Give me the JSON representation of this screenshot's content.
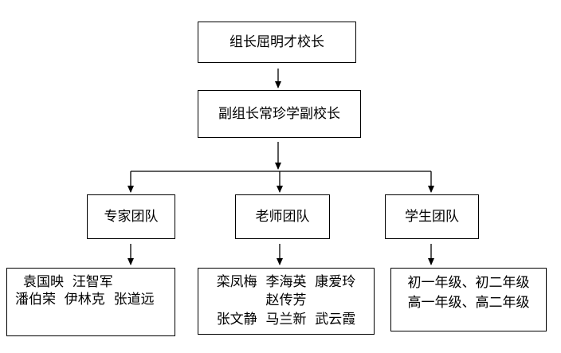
{
  "org_chart": {
    "leader": "组长屈明才校长",
    "deputy": "副组长常珍学副校长",
    "teams": [
      {
        "name": "专家团队",
        "members": [
          "袁国映  汪智军",
          "潘伯荣  伊林克  张道远"
        ]
      },
      {
        "name": "老师团队",
        "members": [
          "栾凤梅  李海英  康爱玲",
          "赵传芳",
          "张文静  马兰新  武云霞"
        ]
      },
      {
        "name": "学生团队",
        "members": [
          "初一年级、初二年级",
          "高一年级、高二年级"
        ]
      }
    ]
  },
  "colors": {
    "line": "#000000",
    "box_border": "#000000",
    "background": "#ffffff"
  }
}
